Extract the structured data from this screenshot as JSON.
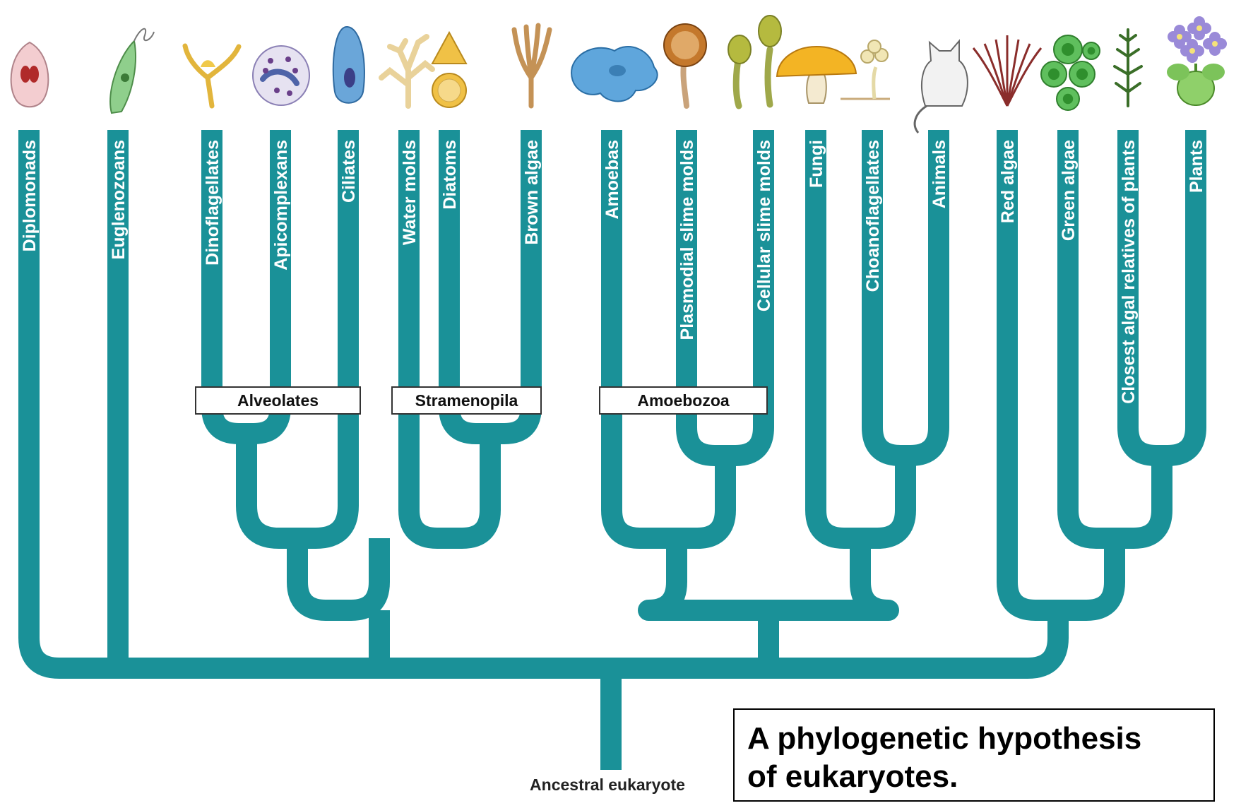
{
  "colors": {
    "branch": "#1a9198",
    "label_text": "#ffffff",
    "group_box_border": "#333333"
  },
  "taxa": [
    {
      "name": "Diplomonads",
      "icon": "diplomonad-icon"
    },
    {
      "name": "Euglenozoans",
      "icon": "euglena-icon"
    },
    {
      "name": "Dinoflagellates",
      "icon": "dinoflagellate-icon"
    },
    {
      "name": "Apicomplexans",
      "icon": "apicomplexan-icon"
    },
    {
      "name": "Ciliates",
      "icon": "ciliate-icon"
    },
    {
      "name": "Water molds",
      "icon": "water-mold-icon"
    },
    {
      "name": "Diatoms",
      "icon": "diatom-icon"
    },
    {
      "name": "Brown algae",
      "icon": "brown-alga-icon"
    },
    {
      "name": "Amoebas",
      "icon": "amoeba-icon"
    },
    {
      "name": "Plasmodial slime molds",
      "icon": "plasmodial-slime-mold-icon"
    },
    {
      "name": "Cellular slime molds",
      "icon": "cellular-slime-mold-icon"
    },
    {
      "name": "Fungi",
      "icon": "mushroom-icon"
    },
    {
      "name": "Choanoflagellates",
      "icon": "choanoflagellate-icon"
    },
    {
      "name": "Animals",
      "icon": "cat-icon"
    },
    {
      "name": "Red algae",
      "icon": "red-alga-icon"
    },
    {
      "name": "Green algae",
      "icon": "green-alga-icon"
    },
    {
      "name": "Closest algal relatives of plants",
      "icon": "charophyte-icon"
    },
    {
      "name": "Plants",
      "icon": "flowering-plant-icon"
    }
  ],
  "groups": [
    "Alveolates",
    "Stramenopila",
    "Amoebozoa"
  ],
  "root_label": "Ancestral eukaryote",
  "caption": "A phylogenetic hypothesis\nof eukaryotes."
}
